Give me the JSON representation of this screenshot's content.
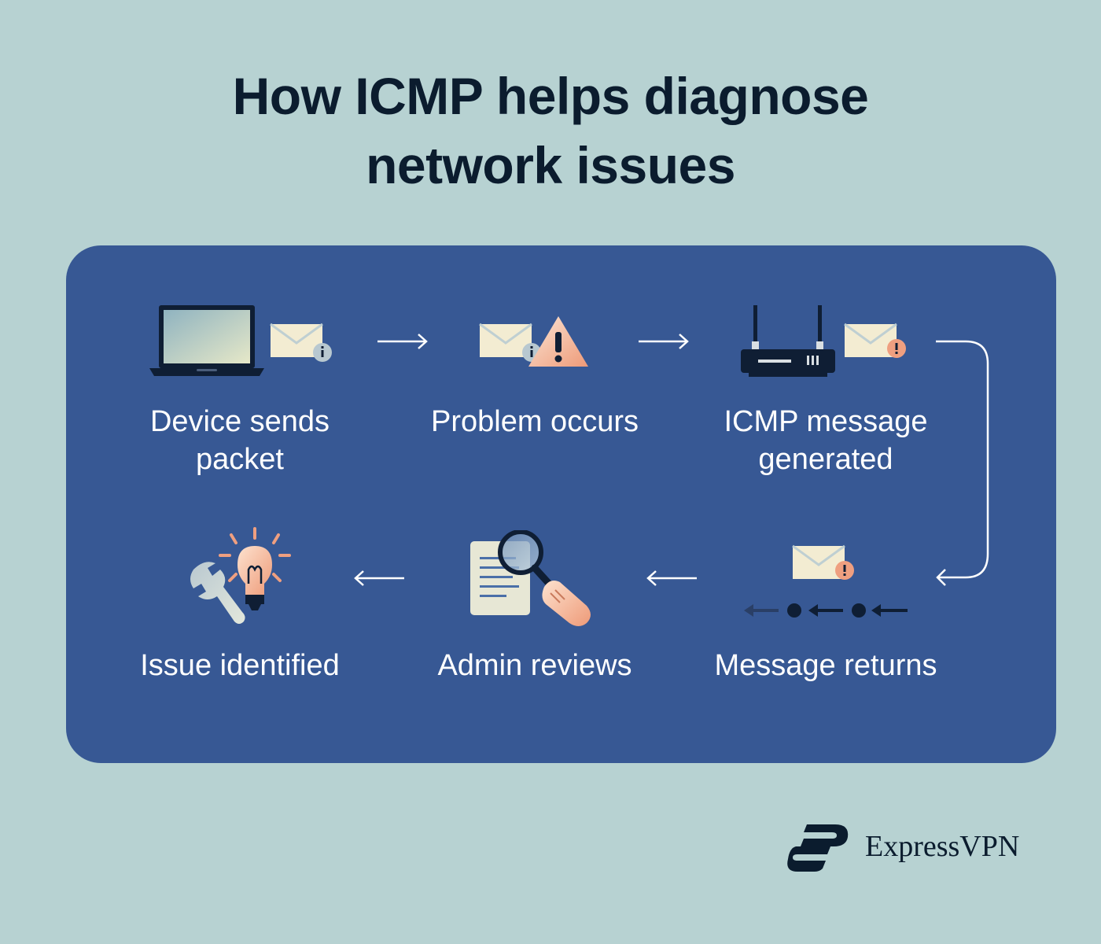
{
  "title": {
    "line1": "How ICMP helps diagnose",
    "line2": "network issues"
  },
  "steps": [
    {
      "line1": "Device sends",
      "line2": "packet"
    },
    {
      "line1": "Problem occurs",
      "line2": ""
    },
    {
      "line1": "ICMP message",
      "line2": "generated"
    },
    {
      "line1": "Message returns",
      "line2": ""
    },
    {
      "line1": "Admin reviews",
      "line2": ""
    },
    {
      "line1": "Issue identified",
      "line2": ""
    }
  ],
  "brand": {
    "name": "ExpressVPN"
  },
  "colors": {
    "background": "#b7d2d2",
    "panel": "#375894",
    "title_text": "#0b1c2e",
    "label_text": "#ffffff",
    "accent": "#f2a98a"
  },
  "icons": [
    "laptop-icon",
    "envelope-info-icon",
    "warning-icon",
    "router-icon",
    "envelope-alert-icon",
    "return-dots-icon",
    "document-magnifier-icon",
    "lightbulb-wrench-icon"
  ]
}
